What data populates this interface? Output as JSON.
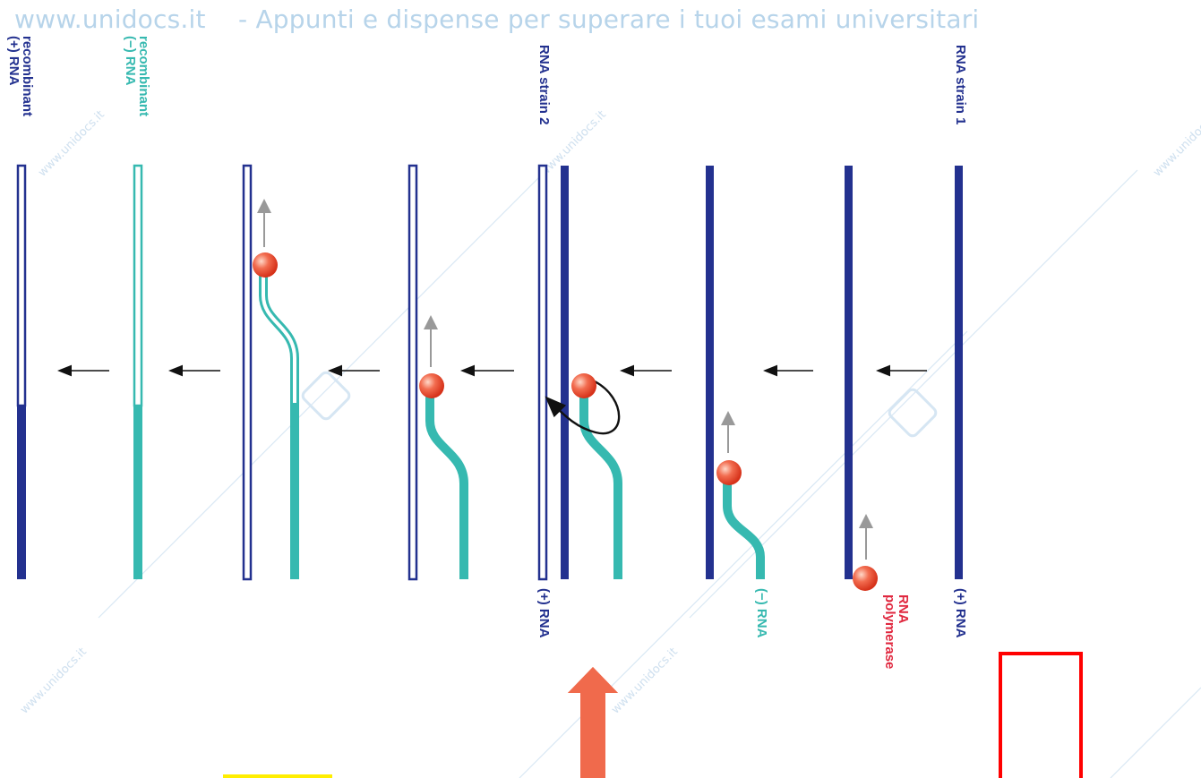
{
  "watermark": {
    "header": "www.unidocs.it    - Appunti e dispense per superare i tuoi esami universitari",
    "small": "www.unidocs.it"
  },
  "labels": {
    "strain1_top": "RNA strain 1",
    "strain1_bottom": "(+) RNA",
    "minus_rna": "(−) RNA",
    "polymerase": "RNA\npolymerase",
    "strain2_top": "RNA strain 2",
    "strain2_bottom": "(+) RNA",
    "recomb_minus": "recombinant\n(−) RNA",
    "recomb_plus": "recombinant\n(+) RNA"
  },
  "colors": {
    "plus_strand": "#23318f",
    "minus_strand": "#36b9b0",
    "polymerase": "#e8492c",
    "polymerase_label": "#e0283f",
    "progress_arrow": "#999999",
    "step_arrow": "#111111",
    "highlight_arrow": "#f06a4c",
    "highlight_box": "#ff0000",
    "highlight_bar": "#ffee00",
    "watermark": "#b7d4ea"
  }
}
